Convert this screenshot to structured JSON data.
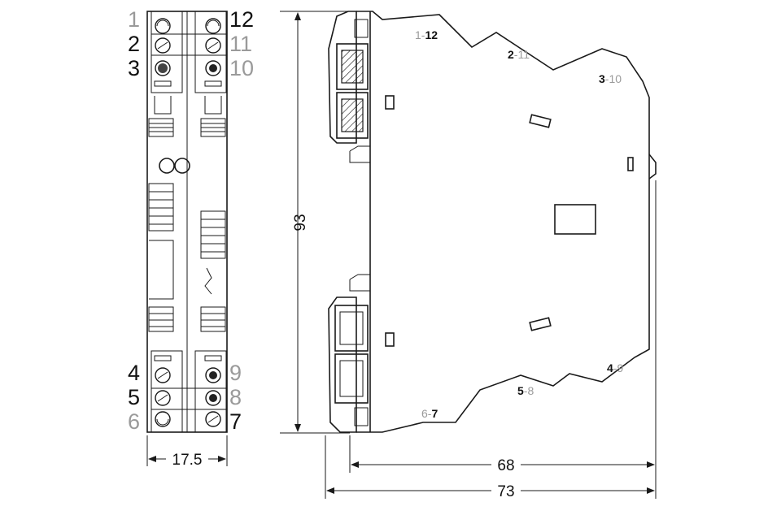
{
  "front_view": {
    "left_terminals": [
      {
        "label": "1",
        "tone": "gray"
      },
      {
        "label": "2",
        "tone": "dark"
      },
      {
        "label": "3",
        "tone": "dark"
      },
      {
        "label": "4",
        "tone": "dark"
      },
      {
        "label": "5",
        "tone": "dark"
      },
      {
        "label": "6",
        "tone": "gray"
      }
    ],
    "right_terminals": [
      {
        "label": "12",
        "tone": "dark"
      },
      {
        "label": "11",
        "tone": "gray"
      },
      {
        "label": "10",
        "tone": "gray"
      },
      {
        "label": "9",
        "tone": "gray"
      },
      {
        "label": "8",
        "tone": "gray"
      },
      {
        "label": "7",
        "tone": "dark"
      }
    ],
    "width_dimension": "17.5"
  },
  "side_view": {
    "contact_pairs": [
      {
        "a": "1",
        "sep": "-",
        "b": "12",
        "bold": "b"
      },
      {
        "a": "2",
        "sep": "-",
        "b": "11",
        "bold": "a"
      },
      {
        "a": "3",
        "sep": "-",
        "b": "10",
        "bold": "a"
      },
      {
        "a": "4",
        "sep": "-",
        "b": "9",
        "bold": "a"
      },
      {
        "a": "5",
        "sep": "-",
        "b": "8",
        "bold": "a"
      },
      {
        "a": "6",
        "sep": "-",
        "b": "7",
        "bold": "b"
      }
    ],
    "height_dimension": "93",
    "depth_inner_dimension": "68",
    "depth_outer_dimension": "73"
  }
}
